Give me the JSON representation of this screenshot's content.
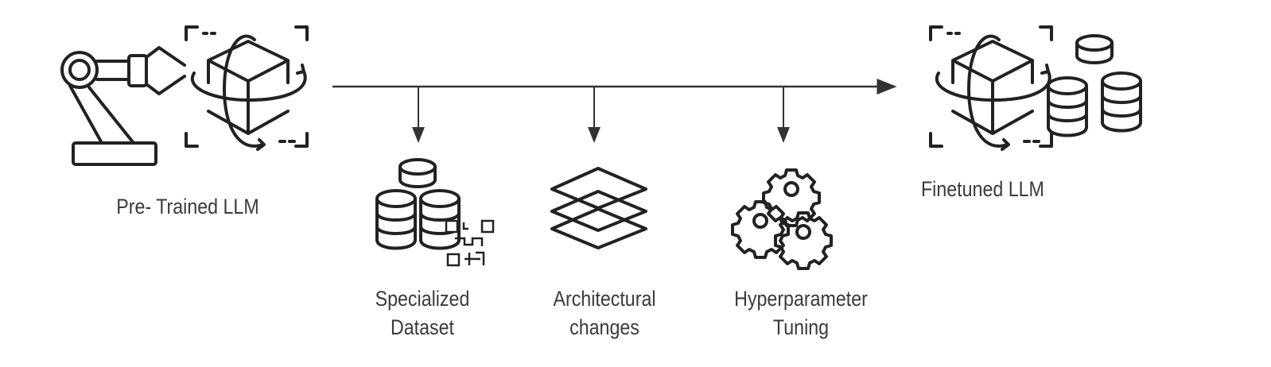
{
  "diagram": {
    "source": {
      "label": "Pre- Trained LLM",
      "icons": [
        "robot-arm-icon",
        "rotating-cube-icon"
      ]
    },
    "target": {
      "label": "Finetuned LLM",
      "icons": [
        "rotating-cube-icon",
        "database-icon"
      ]
    },
    "steps": [
      {
        "line1": "Specialized",
        "line2": "Dataset",
        "icon": "database-qr-icon"
      },
      {
        "line1": "Architectural",
        "line2": "changes",
        "icon": "layers-icon"
      },
      {
        "line1": "Hyperparameter",
        "line2": "Tuning",
        "icon": "gears-icon"
      }
    ]
  },
  "colors": {
    "stroke": "#222222",
    "text": "#3a3a3a"
  }
}
